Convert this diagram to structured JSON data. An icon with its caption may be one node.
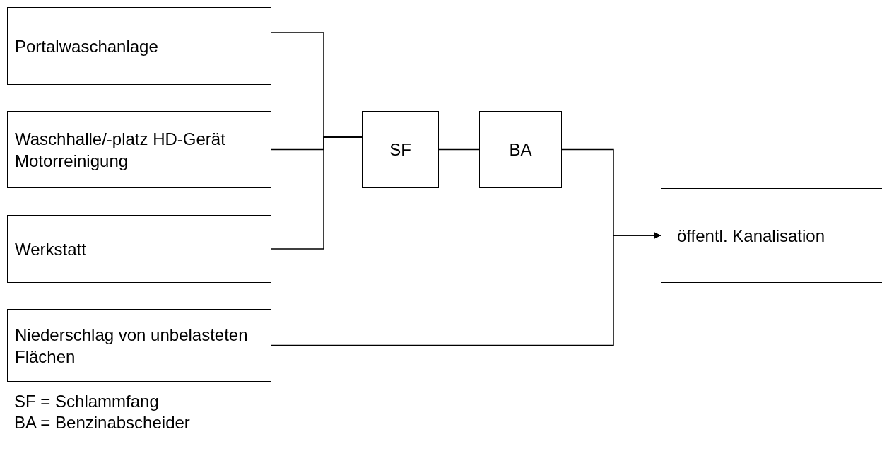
{
  "diagram": {
    "nodes": [
      {
        "text": [
          "Portalwaschanlage"
        ]
      },
      {
        "text": [
          "Waschhalle/-platz HD-Gerät Motorreinigung"
        ]
      },
      {
        "text": [
          "Werkstatt"
        ]
      },
      {
        "text": [
          "Niederschlag von unbelasteten Flächen"
        ]
      },
      {
        "text": [
          "SF"
        ]
      },
      {
        "text": [
          "BA"
        ]
      },
      {
        "text": [
          "öffentl. Kanalisation"
        ]
      }
    ],
    "edges": [
      {
        "from": 0,
        "to": 4,
        "arrow": "none"
      },
      {
        "from": 1,
        "to": 4,
        "arrow": "none"
      },
      {
        "from": 2,
        "to": 4,
        "arrow": "none"
      },
      {
        "from": 4,
        "to": 5,
        "arrow": "none"
      },
      {
        "from": 5,
        "to": 6,
        "arrow": "to"
      },
      {
        "from": 3,
        "to": 6,
        "arrow": "to"
      }
    ],
    "labels": [
      "SF = Schlammfang",
      "BA = Benzinabscheider"
    ]
  }
}
